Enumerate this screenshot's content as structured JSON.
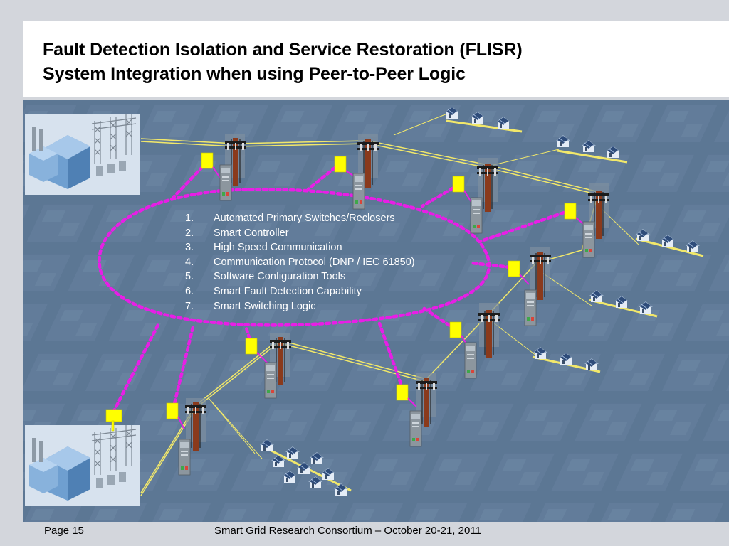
{
  "title": {
    "line1": "Fault Detection Isolation and Service Restoration (FLISR)",
    "line2": "System Integration when using Peer-to-Peer Logic"
  },
  "legend": [
    {
      "num": "1.",
      "text": "Automated Primary Switches/Reclosers"
    },
    {
      "num": "2.",
      "text": "Smart Controller"
    },
    {
      "num": "3.",
      "text": "High Speed Communication"
    },
    {
      "num": "4.",
      "text": "Communication Protocol (DNP / IEC 61850)"
    },
    {
      "num": "5.",
      "text": "Software Configuration Tools"
    },
    {
      "num": "6.",
      "text": "Smart Fault Detection Capability"
    },
    {
      "num": "7.",
      "text": "Smart Switching Logic"
    }
  ],
  "footer": {
    "page": "Page 15",
    "event": "Smart Grid Research Consortium – October 20-21, 2011"
  },
  "colors": {
    "background": "#5d7895",
    "communication_link": "#e81ee6",
    "radio_node": "#ffff00",
    "power_line": "#f2e86a",
    "pole": "#8a3a1c",
    "text": "#ffffff"
  }
}
